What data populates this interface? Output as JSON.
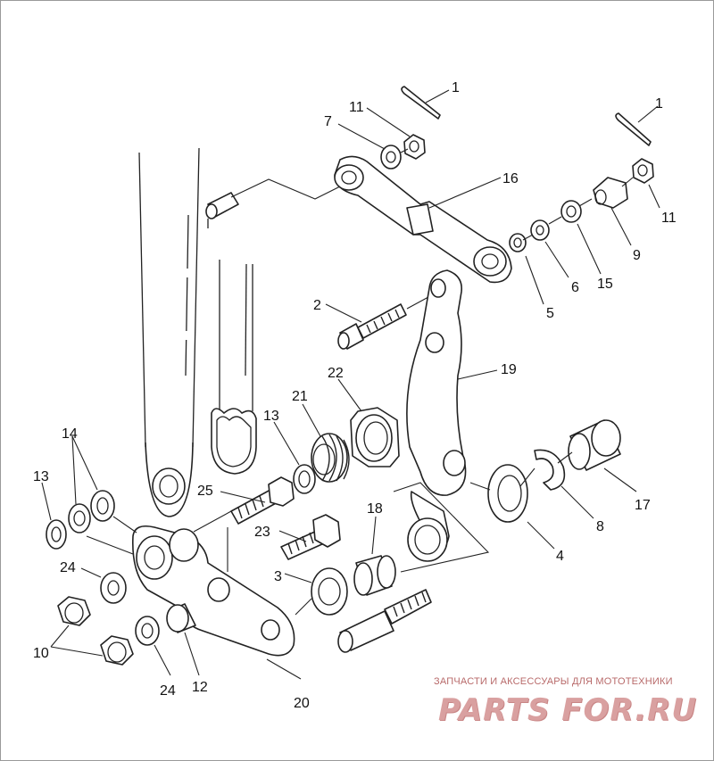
{
  "diagram": {
    "callouts": [
      {
        "id": "c1a",
        "text": "1"
      },
      {
        "id": "c1b",
        "text": "1"
      },
      {
        "id": "c2",
        "text": "2"
      },
      {
        "id": "c3",
        "text": "3"
      },
      {
        "id": "c4",
        "text": "4"
      },
      {
        "id": "c5",
        "text": "5"
      },
      {
        "id": "c6",
        "text": "6"
      },
      {
        "id": "c7",
        "text": "7"
      },
      {
        "id": "c8",
        "text": "8"
      },
      {
        "id": "c9",
        "text": "9"
      },
      {
        "id": "c10",
        "text": "10"
      },
      {
        "id": "c11a",
        "text": "11"
      },
      {
        "id": "c11b",
        "text": "11"
      },
      {
        "id": "c12",
        "text": "12"
      },
      {
        "id": "c13a",
        "text": "13"
      },
      {
        "id": "c13b",
        "text": "13"
      },
      {
        "id": "c14",
        "text": "14"
      },
      {
        "id": "c15",
        "text": "15"
      },
      {
        "id": "c16",
        "text": "16"
      },
      {
        "id": "c17",
        "text": "17"
      },
      {
        "id": "c18",
        "text": "18"
      },
      {
        "id": "c19",
        "text": "19"
      },
      {
        "id": "c20",
        "text": "20"
      },
      {
        "id": "c21",
        "text": "21"
      },
      {
        "id": "c22",
        "text": "22"
      },
      {
        "id": "c23",
        "text": "23"
      },
      {
        "id": "c24a",
        "text": "24"
      },
      {
        "id": "c24b",
        "text": "24"
      },
      {
        "id": "c25",
        "text": "25"
      }
    ]
  },
  "watermark": {
    "tagline": "ЗАПЧАСТИ И АКСЕССУАРЫ ДЛЯ МОТОТЕХНИКИ",
    "logo": "PARTS FOR.RU"
  }
}
